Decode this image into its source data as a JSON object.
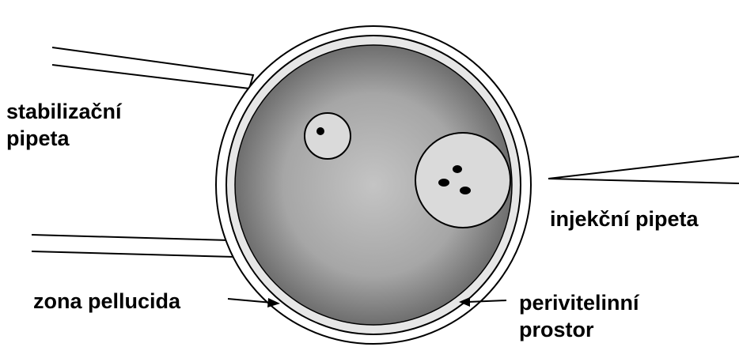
{
  "labels": {
    "stabilizing_pipette_line1": "stabilizační",
    "stabilizing_pipette_line2": "pipeta",
    "injection_pipette": "injekční pipeta",
    "zona_pellucida": "zona pellucida",
    "perivitelline_space_line1": "perivitelinní",
    "perivitelline_space_line2": "prostor"
  },
  "colors": {
    "outline": "#000000",
    "text": "#000000",
    "zona": "#ffffff",
    "perivitelline": "#e6e6e6",
    "cytoplasm_light": "#c4c4c4",
    "cytoplasm_dark": "#6e6e6e",
    "pronucleus_fill": "#dadada"
  },
  "icons": {
    "arrow_zona": "right-arrow",
    "arrow_perivitelline": "left-arrow"
  }
}
